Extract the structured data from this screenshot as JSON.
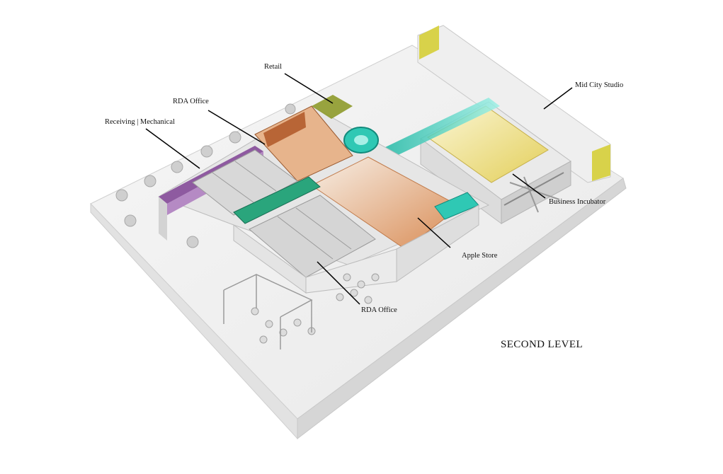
{
  "title": "SECOND LEVEL",
  "labels": {
    "retail": "Retail",
    "rda_office_top": "RDA Office",
    "receiving_mechanical": "Receiving | Mechanical",
    "mid_city_studio": "Mid City Studio",
    "business_incubator": "Business Incubator",
    "apple_store": "Apple Store",
    "rda_office_bottom": "RDA Office"
  },
  "colors": {
    "receiving": "#8e5aa0",
    "rda_office": "#c06a3a",
    "retail": "#8e9a2a",
    "stair_teal": "#2fc8b4",
    "apple_store_floor": "#d9925c",
    "business_incubator": "#e7d36a",
    "site": "#f1f1f1"
  }
}
